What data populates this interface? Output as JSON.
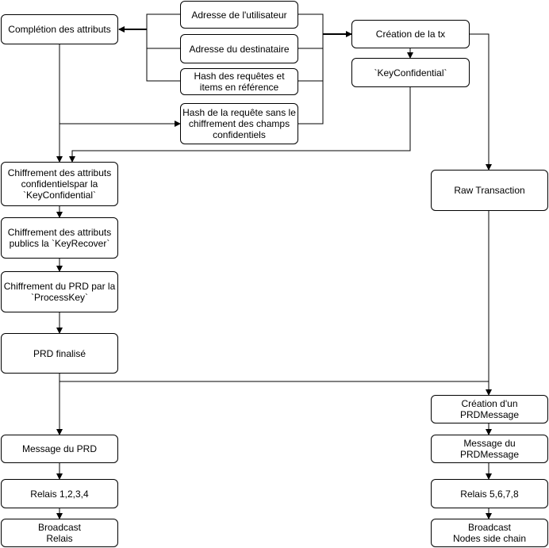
{
  "nodes": {
    "completion": "Complétion des attributs",
    "adresse_utilisateur": "Adresse de l'utilisateur",
    "adresse_destinataire": "Adresse du destinataire",
    "hash_requetes": "Hash des requêtes  et\nitems en référence",
    "hash_requete_sans": "Hash de la requête sans le\nchiffrement des champs\nconfidentiels",
    "creation_tx": "Création de la tx",
    "key_confidential": "`KeyConfidential`",
    "chiffrement_confidentiels": "Chiffrement des attributs\nconfidentielspar la\n`KeyConfidential`",
    "chiffrement_publics": "Chiffrement des attributs\npublics la `KeyRecover`",
    "chiffrement_prd": "Chiffrement du PRD par la\n`ProcessKey`",
    "prd_finalise": "PRD finalisé",
    "raw_transaction": "Raw Transaction",
    "creation_prdmessage": "Création d'un\nPRDMessage",
    "message_prdmessage": "Message du PRDMessage",
    "message_prd": "Message du PRD",
    "relais_1234": "Relais 1,2,3,4",
    "relais_5678": "Relais 5,6,7,8",
    "broadcast_relais": "Broadcast\nRelais",
    "broadcast_nodes": "Broadcast\nNodes side chain"
  },
  "colors": {
    "stroke": "#000000",
    "fill": "#ffffff"
  }
}
